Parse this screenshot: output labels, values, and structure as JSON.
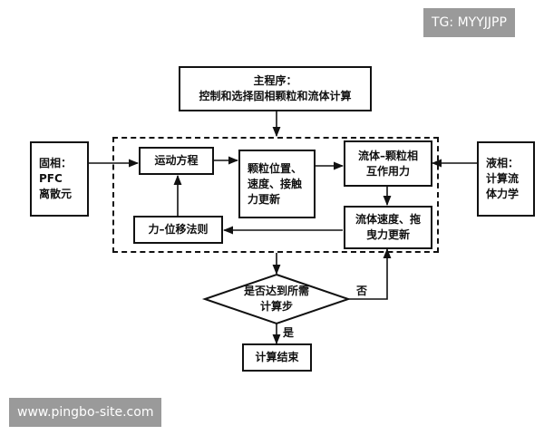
{
  "watermark_top": "TG: MYYJJPP",
  "watermark_bottom": "www.pingbo-site.com",
  "nodes": {
    "main_program": "主程序：\n控制和选择固相颗粒和流体计算",
    "solid_phase": "固相：\nPFC\n离散元",
    "liquid_phase": "液相：\n计算流\n体力学",
    "motion_equation": "运动方程",
    "particle_update": "颗粒位置、\n速度、接触\n力更新",
    "fluid_particle_interaction": "流体–颗粒相\n互作用力",
    "force_displacement_law": "力–位移法则",
    "fluid_velocity_update": "流体速度、拖\n曳力更新",
    "decision": "是否达到所需\n计算步",
    "end": "计算结束"
  },
  "edge_labels": {
    "no": "否",
    "yes": "是"
  }
}
